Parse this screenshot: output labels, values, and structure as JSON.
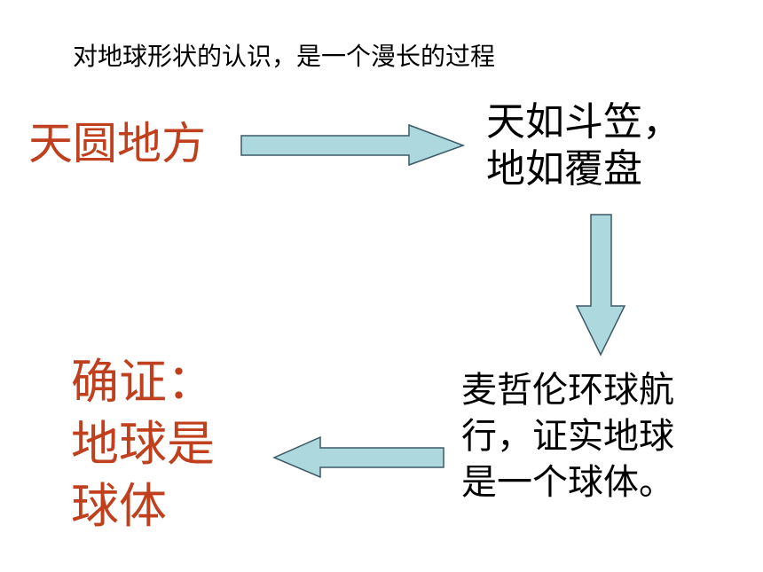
{
  "title": "对地球形状的认识，是一个漫长的过程",
  "nodes": {
    "ancient": {
      "text": "天圆地方"
    },
    "lid": {
      "lines": [
        "天如斗笠，",
        "地如覆盘"
      ]
    },
    "magellan": {
      "lines": [
        "麦哲伦环球航",
        "行，证实地球",
        "是一个球体。"
      ]
    },
    "proof": {
      "lines": [
        "确证：",
        "地球是",
        "球体"
      ]
    }
  },
  "colors": {
    "red_text": "#c0401e",
    "arrow_fill": "#add8dd",
    "arrow_stroke": "#3c5a66"
  }
}
